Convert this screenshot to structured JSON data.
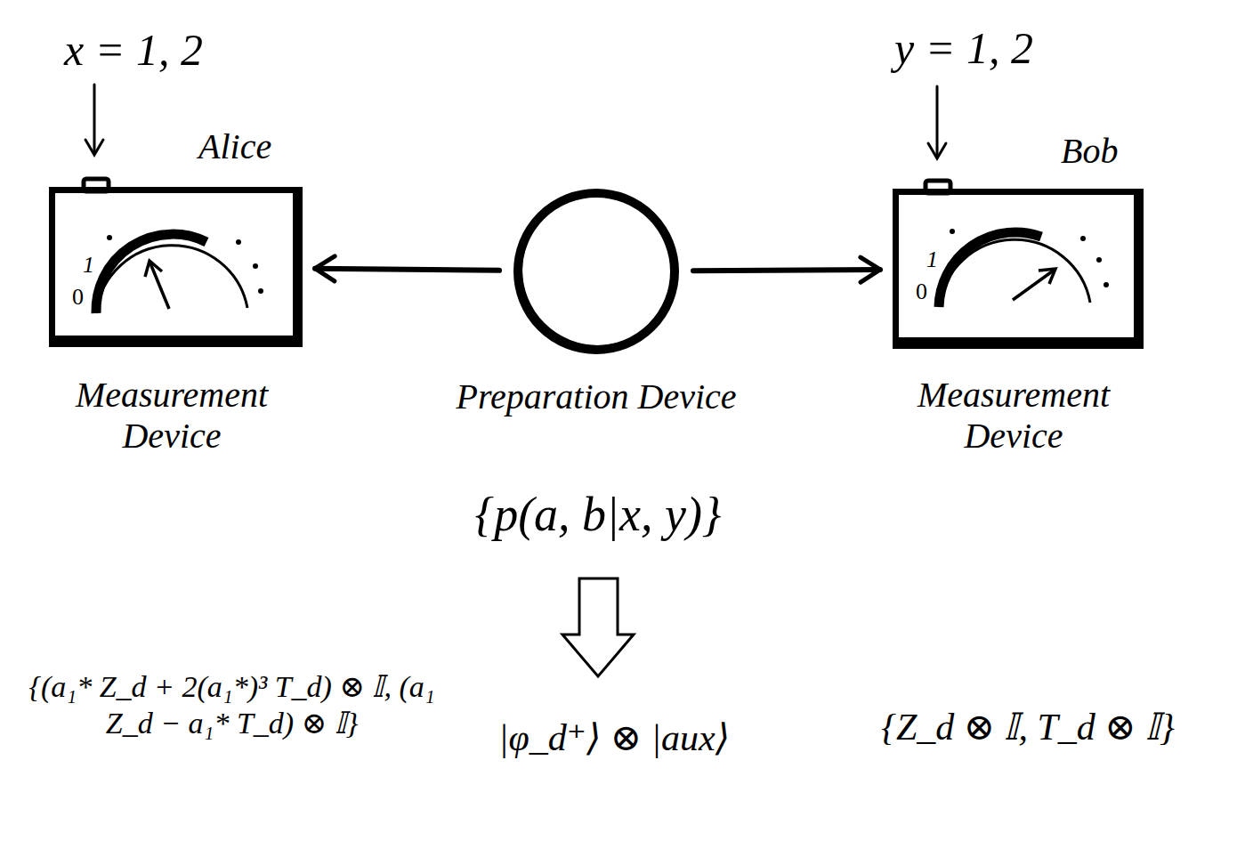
{
  "diagram": {
    "nodes": [
      {
        "text": [
          "Alice",
          "1",
          "0",
          "Measurement Device"
        ]
      },
      {
        "text": [
          "Preparation Device"
        ]
      },
      {
        "text": [
          "Bob",
          "1",
          "0",
          "Measurement Device"
        ]
      }
    ],
    "edges": [
      {
        "from": 1,
        "to": 0,
        "arrow": "to"
      },
      {
        "from": 1,
        "to": 2,
        "arrow": "to"
      }
    ],
    "labels": [
      "x = 1, 2",
      "y = 1, 2",
      "{p(a, b|x, y)}",
      "{(a₁* Z_d + 2(a₁*)³ T_d) ⊗ 𝕀, (a₁ Z_d − a₁* T_d) ⊗ 𝕀}",
      "|φ_d⁺⟩ ⊗ |aux⟩",
      "{Z_d ⊗ 𝕀, T_d ⊗ 𝕀}"
    ]
  }
}
